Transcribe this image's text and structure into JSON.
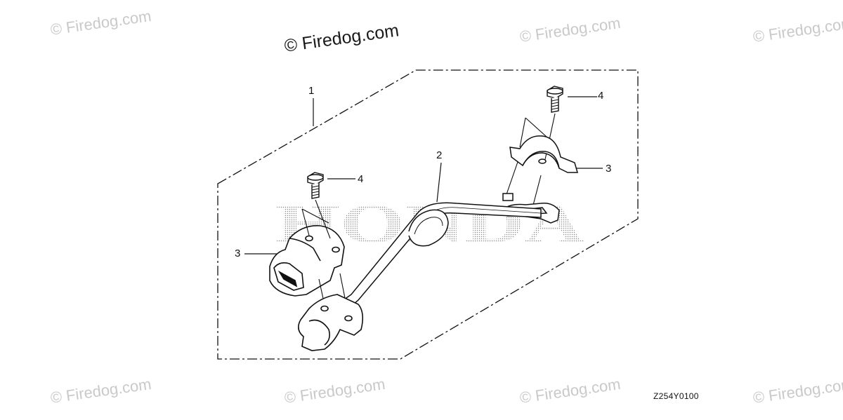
{
  "watermark": {
    "text": "© Firedog.com",
    "main_text": "© Firedog.com"
  },
  "brand_text": "HONDA",
  "callouts": {
    "c1": "1",
    "c2": "2",
    "c3_right": "3",
    "c3_left": "3",
    "c4_right": "4",
    "c4_left": "4"
  },
  "diagram_code": "Z254Y0100",
  "colors": {
    "line": "#111111",
    "watermark": "#c9c9c9",
    "halftone": "#9a9a9a"
  }
}
